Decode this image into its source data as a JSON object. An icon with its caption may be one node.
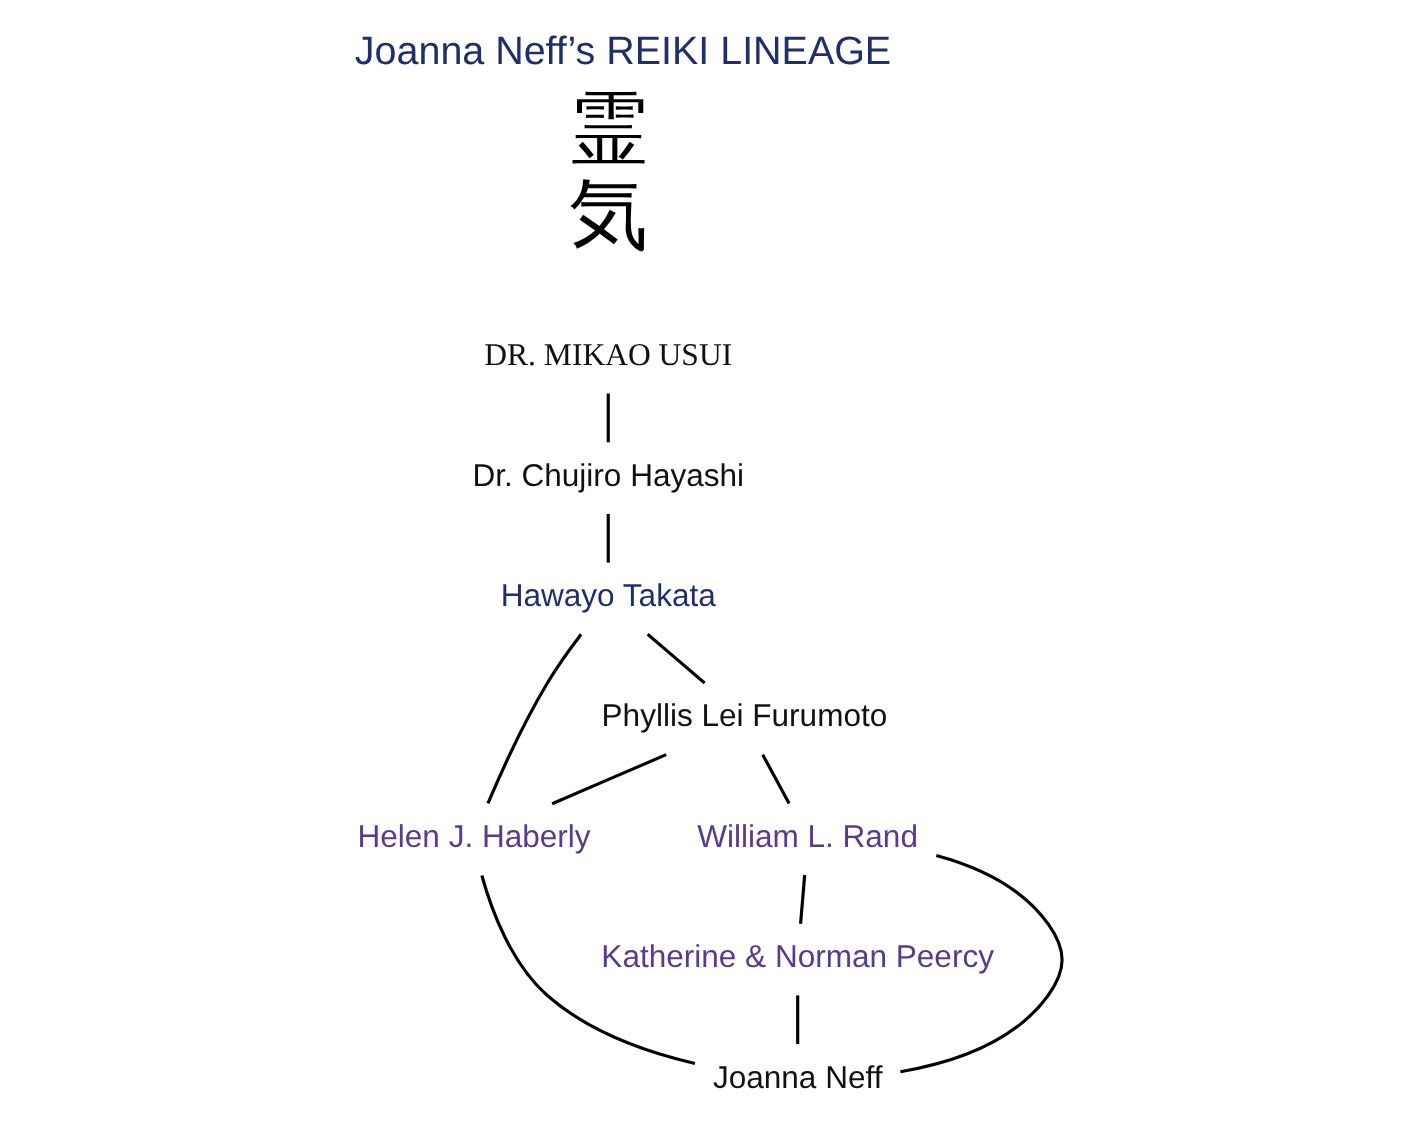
{
  "diagram": {
    "title": "Joanna Neff’s REIKI LINEAGE",
    "nodes": [
      {
        "text": [
          "DR. MIKAO USUI"
        ]
      },
      {
        "text": [
          "Dr. Chujiro Hayashi"
        ]
      },
      {
        "text": [
          "Hawayo Takata"
        ]
      },
      {
        "text": [
          "Phyllis Lei Furumoto"
        ]
      },
      {
        "text": [
          "Helen J. Haberly"
        ]
      },
      {
        "text": [
          "William L. Rand"
        ]
      },
      {
        "text": [
          "Katherine & Norman Peercy"
        ]
      },
      {
        "text": [
          "Joanna Neff"
        ]
      }
    ],
    "edges": [
      {
        "from": 0,
        "to": 1,
        "arrow": "none"
      },
      {
        "from": 1,
        "to": 2,
        "arrow": "none"
      },
      {
        "from": 2,
        "to": 3,
        "arrow": "none"
      },
      {
        "from": 2,
        "to": 4,
        "arrow": "none"
      },
      {
        "from": 3,
        "to": 4,
        "arrow": "none"
      },
      {
        "from": 3,
        "to": 5,
        "arrow": "none"
      },
      {
        "from": 5,
        "to": 6,
        "arrow": "none"
      },
      {
        "from": 4,
        "to": 7,
        "arrow": "none"
      },
      {
        "from": 5,
        "to": 7,
        "arrow": "none"
      },
      {
        "from": 6,
        "to": 7,
        "arrow": "none"
      }
    ],
    "labels": [
      "霊気"
    ]
  }
}
